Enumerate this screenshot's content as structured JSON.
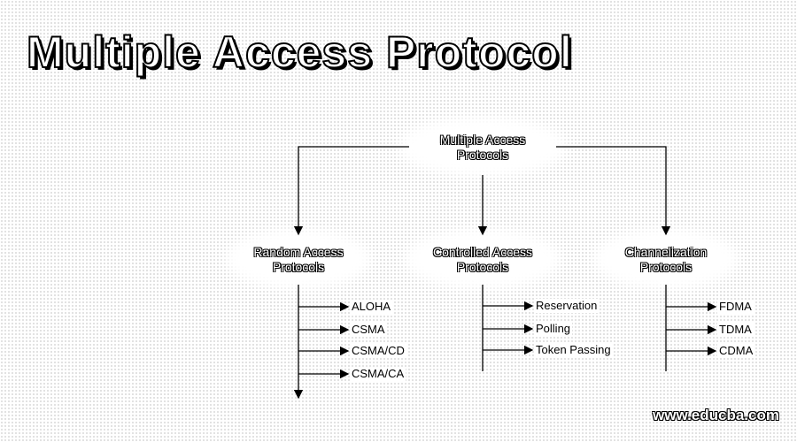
{
  "title": "Multiple Access Protocol",
  "root": {
    "line1": "Multiple Access",
    "line2": "Protocols"
  },
  "branches": [
    {
      "line1": "Random Access",
      "line2": "Protocols",
      "children": [
        "ALOHA",
        "CSMA",
        "CSMA/CD",
        "CSMA/CA"
      ]
    },
    {
      "line1": "Controlled Access",
      "line2": "Protocols",
      "children": [
        "Reservation",
        "Polling",
        "Token Passing"
      ]
    },
    {
      "line1": "Channelization",
      "line2": "Protocols",
      "children": [
        "FDMA",
        "TDMA",
        "CDMA"
      ]
    }
  ],
  "watermark": "www.educba.com"
}
